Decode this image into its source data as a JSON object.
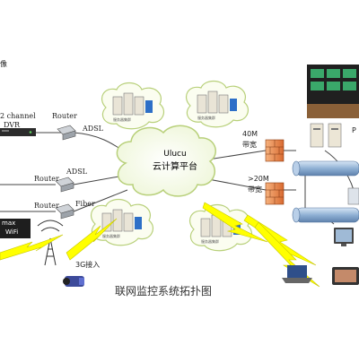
{
  "cloud": {
    "name": "Ulucu",
    "label_cn": "云计算平台"
  },
  "server_caption": "服务器集群",
  "left_devices": {
    "dvr_line1": "2 channel",
    "dvr_line2": "DVR",
    "router": "Router",
    "adsl": "ADSL",
    "fiber": "Fiber",
    "max_label": "max",
    "wifi_label": "WiFi",
    "access_3g": "3G接入",
    "top_partial": "像"
  },
  "right_devices": {
    "bw_40m_line1": "40M",
    "bw_40m_line2": "带宽",
    "bw_20m_line1": ">20M",
    "bw_20m_line2": "带宽",
    "partial_p": "P"
  },
  "title": "联网监控系统拓扑图",
  "colors": {
    "cloud_fill": "#fdfdf0",
    "cloud_stroke": "#b8d07a",
    "lightning": "#ffff00",
    "pipe": "#8fb0d4",
    "firewall": "#e8864a"
  }
}
